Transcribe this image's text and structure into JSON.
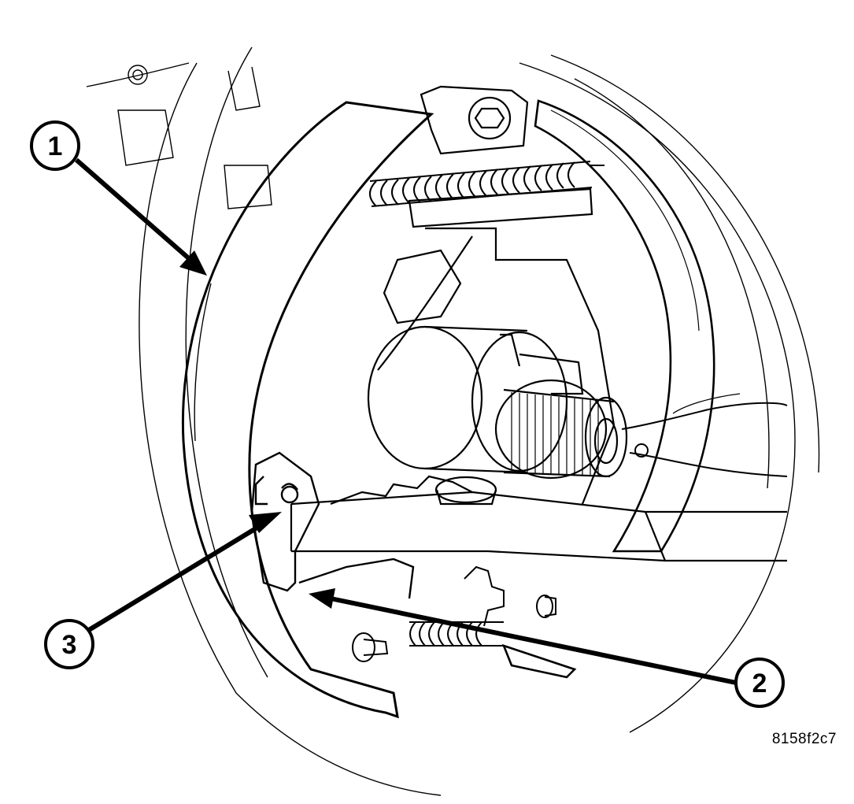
{
  "figure": {
    "id_code": "8158f2c7",
    "ink_color": "#000000",
    "paper_color": "#ffffff",
    "subject_icon": "drum-brake-assembly-illustration"
  },
  "callouts": [
    {
      "number": "1"
    },
    {
      "number": "2"
    },
    {
      "number": "3"
    }
  ]
}
